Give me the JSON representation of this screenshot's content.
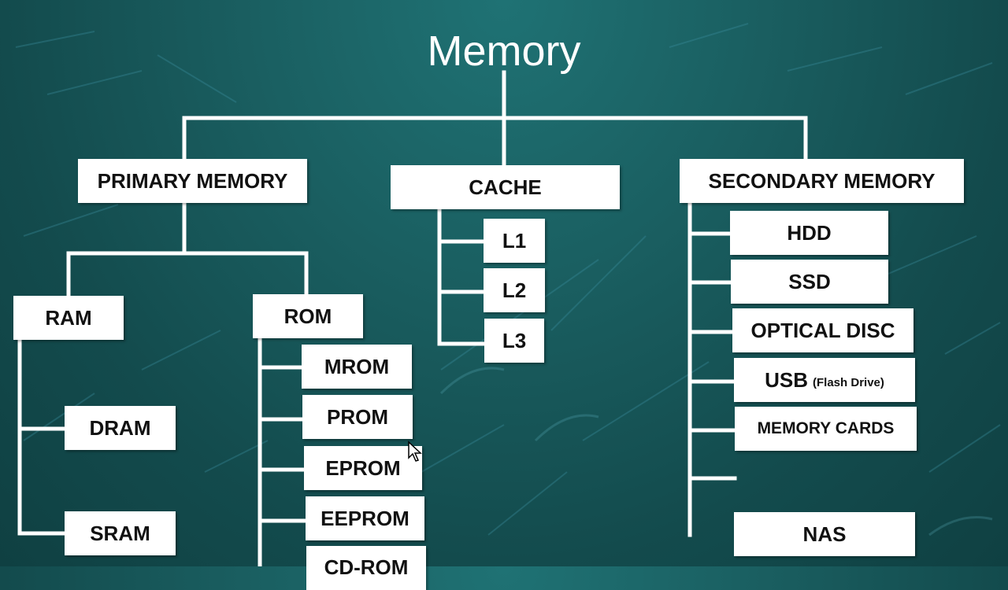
{
  "title": "Memory",
  "branches": {
    "primary": {
      "label": "PRIMARY MEMORY",
      "ram": {
        "label": "RAM",
        "items": [
          "DRAM",
          "SRAM"
        ]
      },
      "rom": {
        "label": "ROM",
        "items": [
          "MROM",
          "PROM",
          "EPROM",
          "EEPROM",
          "CD-ROM"
        ]
      }
    },
    "cache": {
      "label": "CACHE",
      "items": [
        "L1",
        "L2",
        "L3"
      ]
    },
    "secondary": {
      "label": "SECONDARY MEMORY",
      "items": [
        "HDD",
        "SSD",
        "OPTICAL DISC",
        "USB",
        "MEMORY CARDS",
        "NAS"
      ],
      "usb_note": "(Flash Drive)"
    }
  },
  "colors": {
    "background": "#1a5f61",
    "box": "#ffffff",
    "lines": "#ffffff",
    "text": "#111111"
  }
}
